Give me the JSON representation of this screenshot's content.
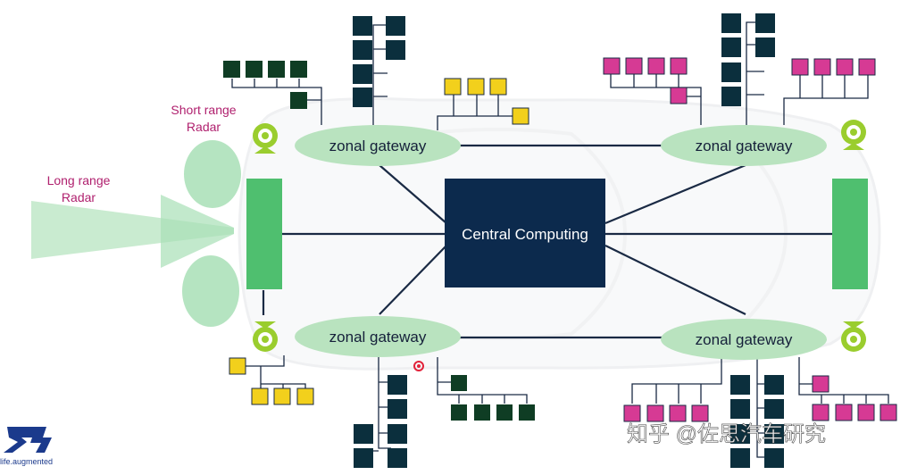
{
  "labels": {
    "short_range_radar": [
      "Short range",
      "Radar"
    ],
    "long_range_radar": [
      "Long range",
      "Radar"
    ],
    "central_computing": "Central Computing",
    "zonal_gateway": "zonal gateway",
    "logo_tagline": "life.augmented",
    "watermark": "知乎 @佐思汽车研究"
  },
  "zones": [
    {
      "id": "front-left",
      "label": "zonal gateway"
    },
    {
      "id": "front-right",
      "label": "zonal gateway"
    },
    {
      "id": "rear-left",
      "label": "zonal gateway"
    },
    {
      "id": "rear-right",
      "label": "zonal gateway"
    }
  ],
  "colors": {
    "central": "#0c2a4d",
    "gateway": "#b9e3bf",
    "sensor_block": "#4fbf6f",
    "ecu_dark": "#0b2f3d",
    "ecu_dark_green": "#0f3d24",
    "ecu_yellow": "#f2d01c",
    "ecu_magenta": "#d63a94",
    "radar_text": "#b0206e",
    "line": "#1a2a44",
    "camera": "#9acd2e"
  }
}
